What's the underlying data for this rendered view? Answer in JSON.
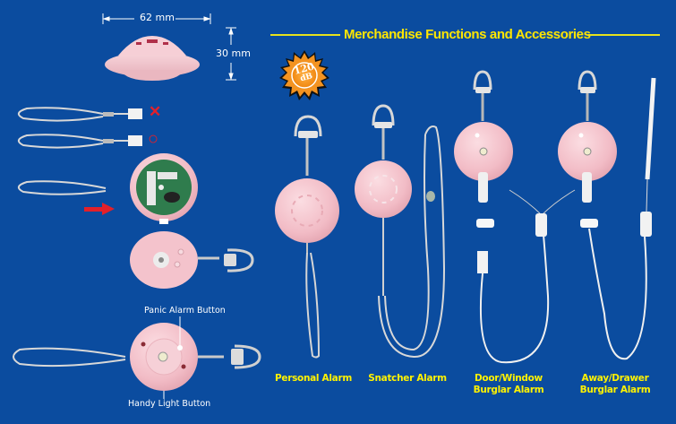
{
  "header": {
    "title": "Merchandise Functions and Accessories"
  },
  "dimensions": {
    "width_label": "62 mm",
    "height_label": "30 mm"
  },
  "badge": {
    "value": "120",
    "unit": "dB"
  },
  "strap_guide": {
    "wrong_mark": "✕",
    "correct_mark": "○"
  },
  "callouts": {
    "panic_button": "Panic Alarm Button",
    "light_button": "Handy Light Button"
  },
  "products": [
    {
      "line1": "Personal Alarm",
      "line2": ""
    },
    {
      "line1": "Snatcher Alarm",
      "line2": ""
    },
    {
      "line1": "Door/Window",
      "line2": "Burglar Alarm"
    },
    {
      "line1": "Away/Drawer",
      "line2": "Burglar Alarm"
    }
  ],
  "colors": {
    "background": "#0b4c9f",
    "title": "#ffe600",
    "accent_line": "#e8e21c",
    "device_pink": "#f4c3cc",
    "mark_red": "#e3202a",
    "badge_orange": "#f39321"
  }
}
